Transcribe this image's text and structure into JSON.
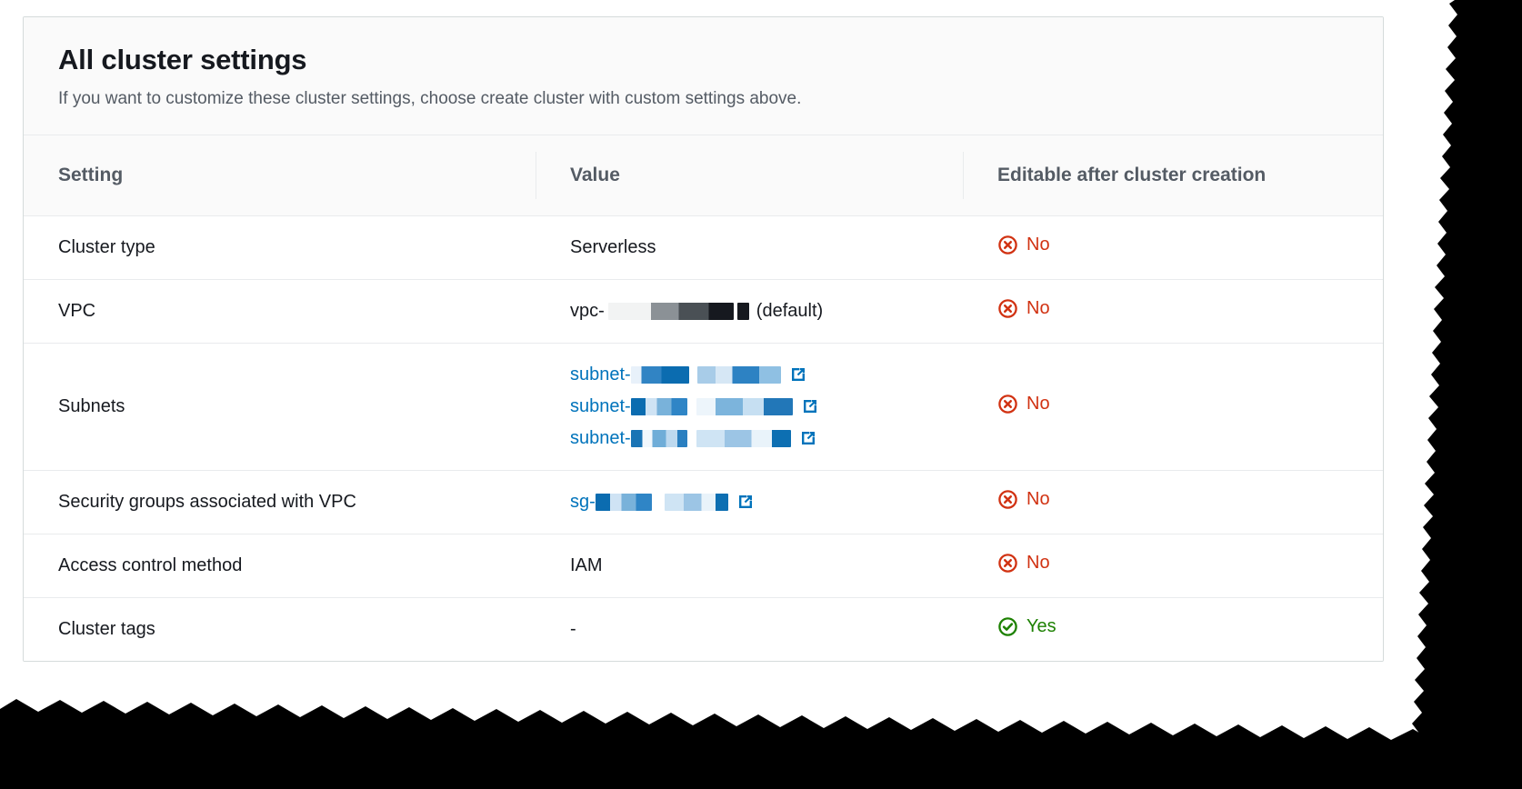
{
  "panel": {
    "title": "All cluster settings",
    "subtitle": "If you want to customize these cluster settings, choose create cluster with custom settings above."
  },
  "table": {
    "columns": {
      "setting": "Setting",
      "value": "Value",
      "editable": "Editable after cluster creation"
    },
    "rows": [
      {
        "setting": "Cluster type",
        "value_type": "text",
        "value": "Serverless",
        "editable": "No",
        "editable_state": "no"
      },
      {
        "setting": "VPC",
        "value_type": "redacted-text",
        "value_prefix": "vpc-",
        "value_suffix": "(default)",
        "editable": "No",
        "editable_state": "no"
      },
      {
        "setting": "Subnets",
        "value_type": "links",
        "links": [
          {
            "prefix": "subnet-",
            "icon": "external-link-icon"
          },
          {
            "prefix": "subnet-",
            "icon": "external-link-icon"
          },
          {
            "prefix": "subnet-",
            "icon": "external-link-icon"
          }
        ],
        "editable": "No",
        "editable_state": "no"
      },
      {
        "setting": "Security groups associated with VPC",
        "value_type": "links",
        "links": [
          {
            "prefix": "sg-",
            "icon": "external-link-icon"
          }
        ],
        "editable": "No",
        "editable_state": "no"
      },
      {
        "setting": "Access control method",
        "value_type": "text",
        "value": "IAM",
        "editable": "No",
        "editable_state": "no"
      },
      {
        "setting": "Cluster tags",
        "value_type": "text",
        "value": "-",
        "editable": "Yes",
        "editable_state": "yes"
      }
    ]
  },
  "colors": {
    "link": "#0073bb",
    "status_no": "#d13212",
    "status_yes": "#1d8102",
    "text": "#16191f",
    "muted_text": "#545b64",
    "panel_header_bg": "#fafafa",
    "border": "#e9ebed"
  },
  "icons": {
    "external_link": "external-link-icon",
    "status_no": "error-circle-x-icon",
    "status_yes": "success-circle-check-icon"
  }
}
